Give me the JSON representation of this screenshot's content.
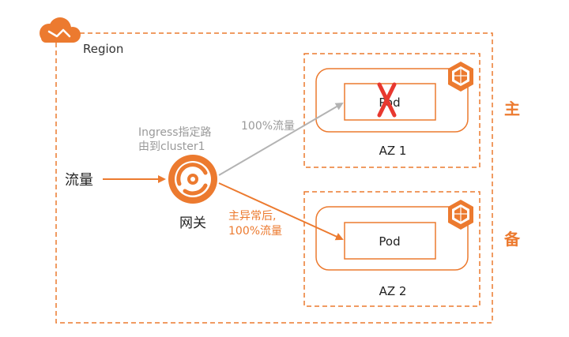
{
  "colors": {
    "accent": "#ec7a2f",
    "gray_arrow": "#b3b3b3",
    "failure_x": "#e8382f"
  },
  "region": {
    "label": "Region",
    "icon": "cloud-icon"
  },
  "traffic": {
    "label": "流量"
  },
  "gateway": {
    "label": "网关",
    "icon": "gateway-swirl-icon"
  },
  "routing_note": {
    "lines": [
      "Ingress指定路",
      "由到cluster1"
    ]
  },
  "primary_path": {
    "label": "100%流量"
  },
  "failover_path": {
    "lines": [
      "主异常后,",
      "100%流量"
    ]
  },
  "zones": [
    {
      "label": "AZ 1",
      "pod_label": "Pod",
      "role_label": "主",
      "cluster_icon": "cube-cluster-icon",
      "failed": true,
      "failure_icon": "x-mark-icon"
    },
    {
      "label": "AZ 2",
      "pod_label": "Pod",
      "role_label": "备",
      "cluster_icon": "cube-cluster-icon",
      "failed": false
    }
  ]
}
